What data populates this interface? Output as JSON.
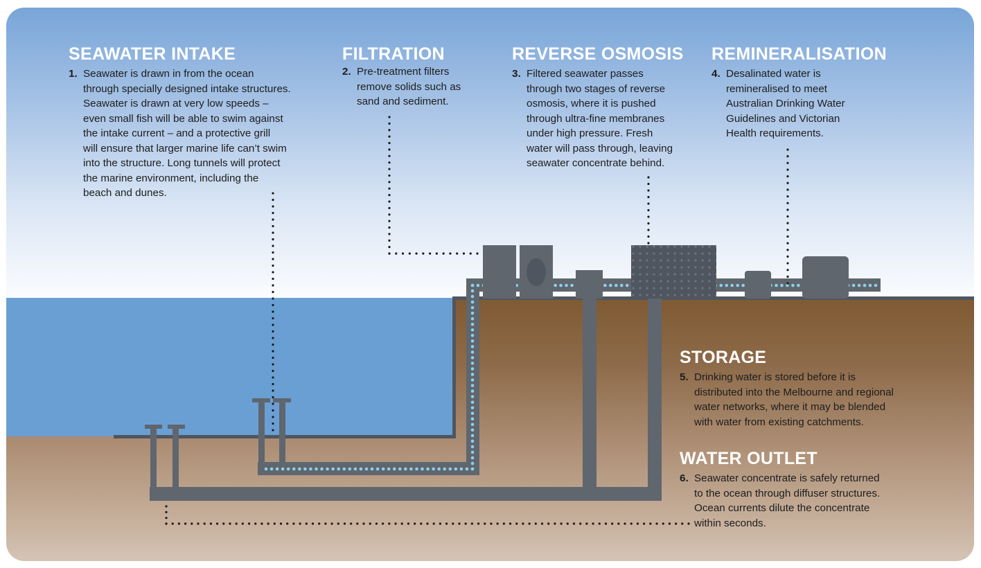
{
  "title": "Desalination process diagram",
  "colors": {
    "sky_top": "#78a5d8",
    "sea": "#6a9fd4",
    "soil_top": "#7f5a33",
    "soil_bottom": "#d5c4b5",
    "pipe": "#5f666e",
    "pipe_flow_dots": "#8fd0ea",
    "leader_dots": "#1a1a1a",
    "heading_text": "#ffffff",
    "body_text": "#1d1d1d"
  },
  "steps": [
    {
      "heading": "SEAWATER INTAKE",
      "number": "1.",
      "lines": [
        "Seawater is drawn in from the ocean",
        "through specially designed intake structures.",
        "Seawater is drawn at very low speeds –",
        "even small fish will be able to swim against",
        "the intake current – and a protective grill",
        "will ensure that larger marine life can’t swim",
        "into the structure. Long tunnels will protect",
        "the marine environment, including the",
        "beach and dunes."
      ]
    },
    {
      "heading": "FILTRATION",
      "number": "2.",
      "lines": [
        "Pre-treatment filters",
        "remove solids such as",
        "sand and sediment."
      ]
    },
    {
      "heading": "REVERSE OSMOSIS",
      "number": "3.",
      "lines": [
        "Filtered seawater passes",
        "through two stages of reverse",
        "osmosis, where it is pushed",
        "through ultra-fine membranes",
        "under high pressure. Fresh",
        "water will pass through, leaving",
        "seawater concentrate behind."
      ]
    },
    {
      "heading": "REMINERALISATION",
      "number": "4.",
      "lines": [
        "Desalinated water is",
        "remineralised to meet",
        "Australian Drinking Water",
        "Guidelines and Victorian",
        "Health requirements."
      ]
    },
    {
      "heading": "STORAGE",
      "number": "5.",
      "lines": [
        "Drinking water is stored before it is",
        "distributed into the Melbourne and regional",
        "water networks, where it may be blended",
        "with water from existing catchments."
      ]
    },
    {
      "heading": "WATER OUTLET",
      "number": "6.",
      "lines": [
        "Seawater concentrate is safely returned",
        "to the ocean through diffuser structures.",
        "Ocean currents dilute the concentrate",
        "within seconds."
      ]
    }
  ]
}
